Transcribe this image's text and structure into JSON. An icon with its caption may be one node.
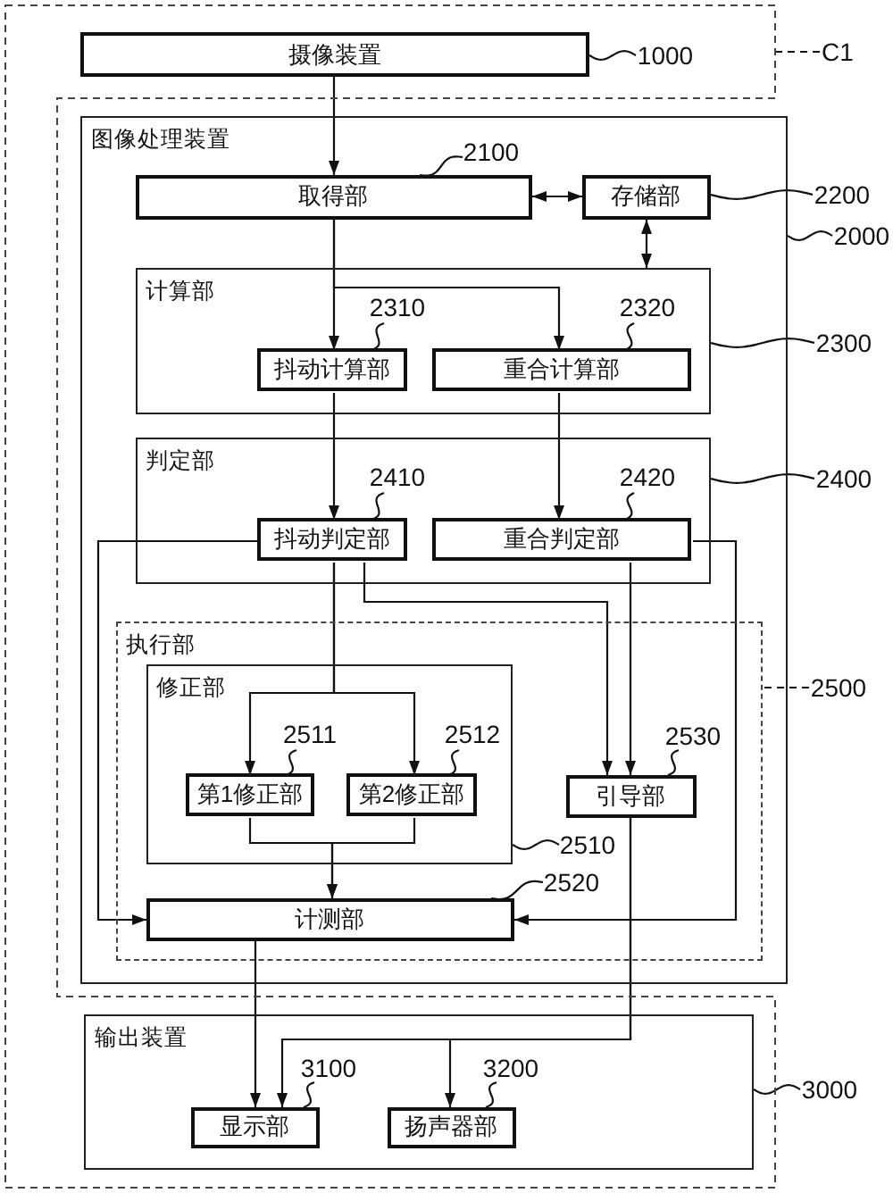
{
  "diagram": {
    "nodes": [
      {
        "text": [],
        "shape": "box"
      },
      {
        "text": [
          "摄像装置"
        ],
        "in": 0
      },
      {
        "text": [
          "1000"
        ],
        "in": 0
      },
      {
        "text": [
          "C1"
        ]
      },
      {
        "text": [
          "图像处理装置"
        ]
      },
      {
        "text": [
          "2100"
        ],
        "in": 4
      },
      {
        "text": [
          "取得部"
        ],
        "in": 4
      },
      {
        "text": [
          "存储部"
        ],
        "in": 4
      },
      {
        "text": [
          "2200"
        ]
      },
      {
        "text": [
          "2000"
        ]
      },
      {
        "text": [
          "计算部"
        ],
        "in": 4
      },
      {
        "text": [
          "2310"
        ],
        "in": 10
      },
      {
        "text": [
          "2320"
        ],
        "in": 10
      },
      {
        "text": [
          "抖动计算部"
        ],
        "in": 10
      },
      {
        "text": [
          "重合计算部"
        ],
        "in": 10
      },
      {
        "text": [
          "2300"
        ]
      },
      {
        "text": [
          "判定部"
        ],
        "in": 4
      },
      {
        "text": [
          "2410"
        ],
        "in": 16
      },
      {
        "text": [
          "2420"
        ],
        "in": 16
      },
      {
        "text": [
          "抖动判定部"
        ],
        "in": 16
      },
      {
        "text": [
          "重合判定部"
        ],
        "in": 16
      },
      {
        "text": [
          "2400"
        ]
      },
      {
        "text": [
          "执行部"
        ],
        "in": 4
      },
      {
        "text": [
          "2500"
        ]
      },
      {
        "text": [
          "修正部"
        ],
        "in": 22
      },
      {
        "text": [
          "2511"
        ],
        "in": 24
      },
      {
        "text": [
          "2512"
        ],
        "in": 24
      },
      {
        "text": [
          "2530"
        ],
        "in": 22
      },
      {
        "text": [
          "第1修正部"
        ],
        "in": 24
      },
      {
        "text": [
          "第2修正部"
        ],
        "in": 24
      },
      {
        "text": [
          "引导部"
        ],
        "in": 22
      },
      {
        "text": [
          "2510"
        ],
        "in": 22
      },
      {
        "text": [
          "2520"
        ],
        "in": 22
      },
      {
        "text": [
          "计测部"
        ],
        "in": 22
      },
      {
        "text": [
          "输出装置"
        ],
        "in": 0
      },
      {
        "text": [
          "3100"
        ],
        "in": 34
      },
      {
        "text": [
          "3200"
        ],
        "in": 34
      },
      {
        "text": [
          "3000"
        ]
      },
      {
        "text": [
          "显示部"
        ],
        "in": 34
      },
      {
        "text": [
          "扬声器部"
        ],
        "in": 34
      }
    ],
    "edges": [
      {
        "from": 1,
        "to": 6,
        "arrow": "to"
      },
      {
        "from": 6,
        "to": 7,
        "arrow": "both"
      },
      {
        "from": 7,
        "to": 10,
        "arrow": "both"
      },
      {
        "from": 6,
        "to": 13,
        "arrow": "to"
      },
      {
        "from": 6,
        "to": 14,
        "arrow": "to"
      },
      {
        "from": 13,
        "to": 19,
        "arrow": "to"
      },
      {
        "from": 14,
        "to": 20,
        "arrow": "to"
      },
      {
        "from": 19,
        "to": 33,
        "arrow": "to"
      },
      {
        "from": 19,
        "to": 28,
        "arrow": "to"
      },
      {
        "from": 19,
        "to": 29,
        "arrow": "to"
      },
      {
        "from": 19,
        "to": 30,
        "arrow": "to"
      },
      {
        "from": 20,
        "to": 30,
        "arrow": "to"
      },
      {
        "from": 20,
        "to": 33,
        "arrow": "to"
      },
      {
        "from": 28,
        "to": 33,
        "arrow": "to"
      },
      {
        "from": 29,
        "to": 33,
        "arrow": "to"
      },
      {
        "from": 33,
        "to": 38,
        "arrow": "to"
      },
      {
        "from": 30,
        "to": 38,
        "arrow": "to"
      },
      {
        "from": 30,
        "to": 39,
        "arrow": "to"
      },
      {
        "from": 2,
        "to": 1,
        "arrow": "none"
      },
      {
        "from": 3,
        "to": 0,
        "arrow": "none",
        "style": "dashed"
      },
      {
        "from": 5,
        "to": 6,
        "arrow": "none"
      },
      {
        "from": 8,
        "to": 7,
        "arrow": "none"
      },
      {
        "from": 9,
        "to": 4,
        "arrow": "none"
      },
      {
        "from": 11,
        "to": 13,
        "arrow": "none"
      },
      {
        "from": 12,
        "to": 14,
        "arrow": "none"
      },
      {
        "from": 15,
        "to": 10,
        "arrow": "none"
      },
      {
        "from": 17,
        "to": 19,
        "arrow": "none"
      },
      {
        "from": 18,
        "to": 20,
        "arrow": "none"
      },
      {
        "from": 21,
        "to": 16,
        "arrow": "none"
      },
      {
        "from": 23,
        "to": 22,
        "arrow": "none",
        "style": "dashed"
      },
      {
        "from": 25,
        "to": 28,
        "arrow": "none"
      },
      {
        "from": 26,
        "to": 29,
        "arrow": "none"
      },
      {
        "from": 27,
        "to": 30,
        "arrow": "none"
      },
      {
        "from": 31,
        "to": 24,
        "arrow": "none"
      },
      {
        "from": 32,
        "to": 33,
        "arrow": "none"
      },
      {
        "from": 35,
        "to": 38,
        "arrow": "none"
      },
      {
        "from": 36,
        "to": 39,
        "arrow": "none"
      },
      {
        "from": 37,
        "to": 34,
        "arrow": "none"
      }
    ]
  }
}
